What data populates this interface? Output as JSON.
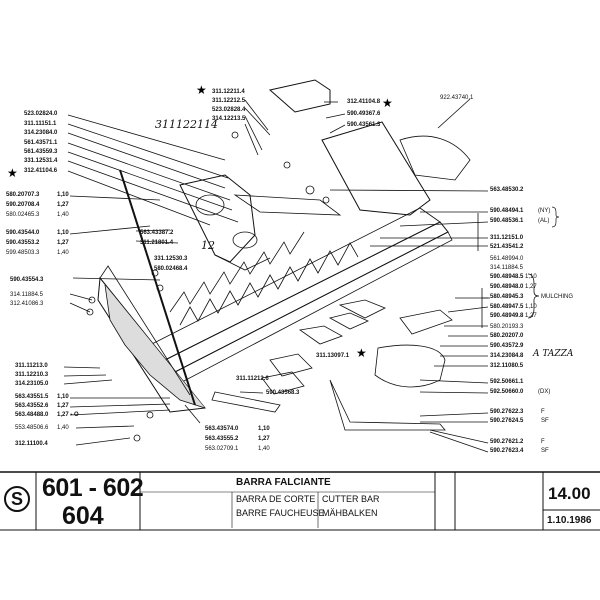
{
  "labels": {
    "l01": "311.12211.4",
    "l02": "311.12212.5",
    "l03": "523.02828.4",
    "l04": "314.12213.5",
    "l05": "312.41104.8",
    "l06": "922.43740.1",
    "l07": "590.49367.6",
    "l08": "590.43561.3",
    "l09": "523.02824.0",
    "l10": "311.11151.1",
    "l11": "314.23084.0",
    "l12": "561.43571.1",
    "l13": "561.43559.3",
    "l14": "331.12531.4",
    "l15": "312.41104.6",
    "l16": "563.48530.2",
    "l17": "580.20707.3",
    "l18": "1,10",
    "l19": "590.20708.4",
    "l20": "1,27",
    "l21": "580.02465.3",
    "l22": "1,40",
    "l23": "590.48494.1",
    "l24": "(NY)",
    "l25": "590.48536.1",
    "l26": "(AL)",
    "l27": "563.43387.2",
    "l28": "311.21801.4",
    "l29": "590.43544.0",
    "l30": "1,10",
    "l31": "590.43553.2",
    "l32": "1,27",
    "l33": "599.48503.3",
    "l34": "1,40",
    "l35": "311.12151.0",
    "l36": "521.43541.2",
    "l37": "561.48994.0",
    "l38": "314.11884.5",
    "l39": "331.12530.3",
    "l40": "580.02468.4",
    "l41": "590.48948.5",
    "l42": "1,10",
    "l43": "590.48948.0",
    "l44": "1,27",
    "l45": "590.43554.3",
    "l46": "580.48945.3",
    "l47": "MULCHING",
    "l48": "580.48947.5",
    "l49": "1,10",
    "l50": "590.48949.8",
    "l51": "1,27",
    "l52": "314.11884.5",
    "l53": "312.41086.3",
    "l54": "580.20193.3",
    "l55": "580.20207.0",
    "l56": "590.43572.9",
    "l57": "314.23084.8",
    "l58": "311.13097.1",
    "l59": "312.11080.5",
    "l60": "311.11213.0",
    "l61": "311.12210.3",
    "l62": "314.23105.0",
    "l63": "311.11212.6",
    "l64": "590.43568.3",
    "l65": "563.43551.5",
    "l66": "1,10",
    "l67": "563.43552.6",
    "l68": "1,27",
    "l69": "563.48488.0",
    "l70": "1,27 - O",
    "l71": "592.50661.1",
    "l72": "592.50660.0",
    "l73": "(DX)",
    "l74": "590.27622.3",
    "l75": "F",
    "l76": "590.27624.5",
    "l77": "SF",
    "l78": "553.48506.6",
    "l79": "1,40",
    "l80": "563.43574.0",
    "l81": "1,10",
    "l82": "563.43555.2",
    "l83": "1,27",
    "l84": "563.02709.1",
    "l85": "1,40",
    "l86": "590.27621.2",
    "l87": "F",
    "l88": "590.27623.4",
    "l89": "SF",
    "l90": "312.11100.4"
  },
  "handwritten": {
    "h1": "311122114",
    "h2": "12",
    "h3": "A TAZZA"
  },
  "titleblock": {
    "logo_letter": "S",
    "model_line1": "601 - 602",
    "model_line2": "604",
    "section_title": "BARRA FALCIANTE",
    "name_es": "BARRA DE CORTE",
    "name_en": "CUTTER BAR",
    "name_fr": "BARRE FAUCHEUSE",
    "name_de": "MÄHBALKEN",
    "page_number": "14.00",
    "date": "1.10.1986"
  }
}
